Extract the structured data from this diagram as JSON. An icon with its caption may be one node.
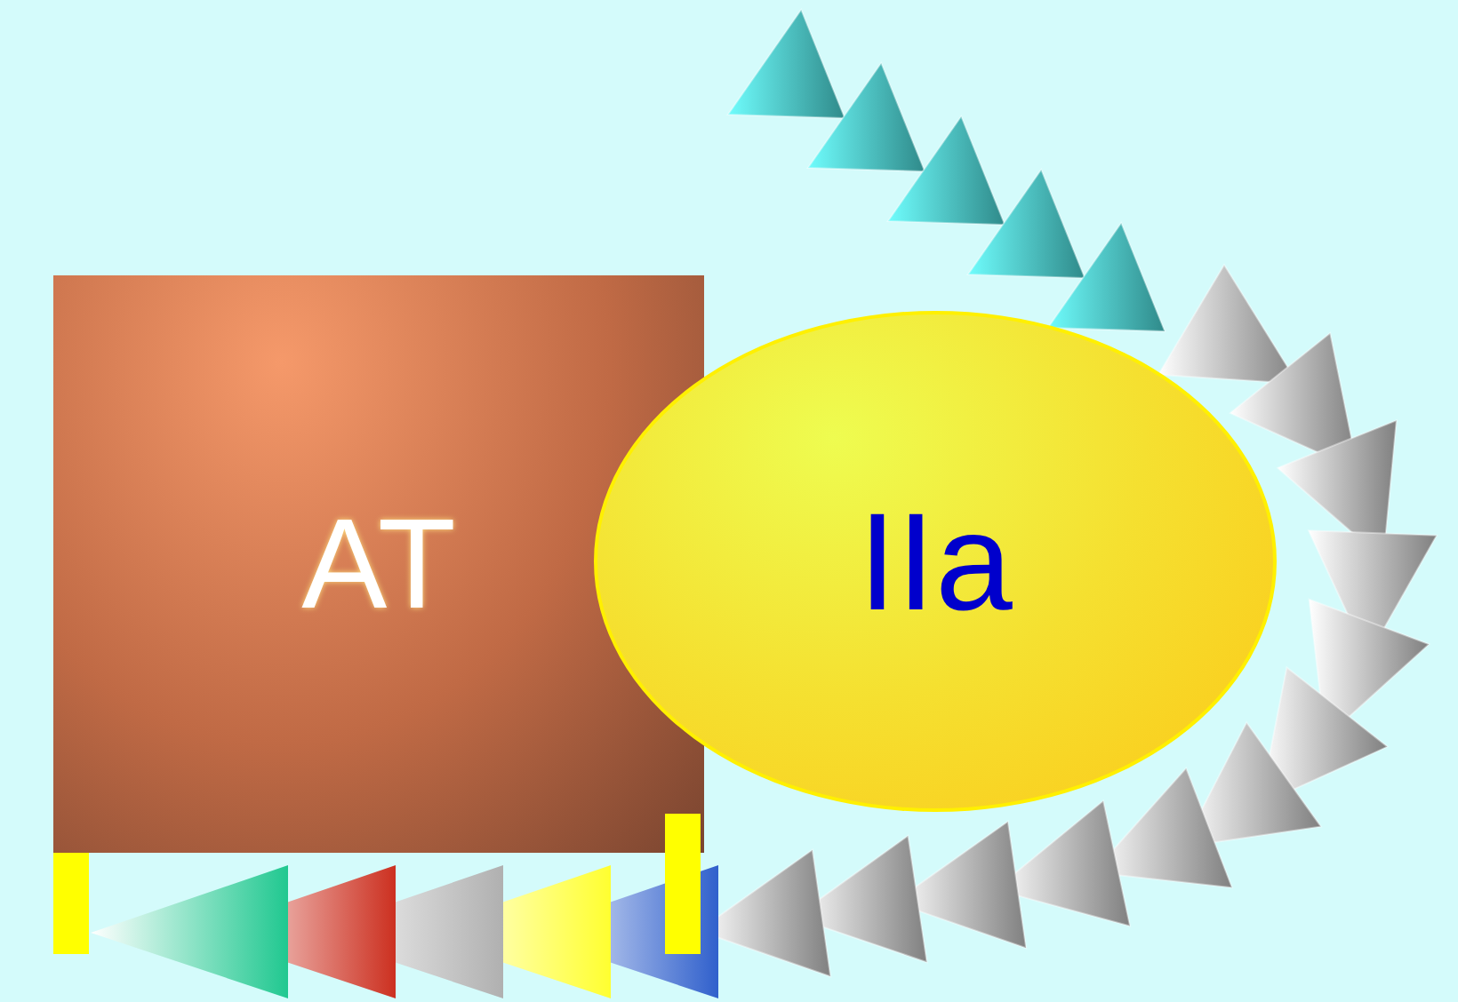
{
  "diagram": {
    "nodes": [
      {
        "text": [
          "AT"
        ]
      },
      {
        "text": [
          "IIa"
        ]
      },
      {
        "text": [],
        "shape": "bar"
      },
      {
        "text": [],
        "shape": "bar"
      }
    ]
  }
}
